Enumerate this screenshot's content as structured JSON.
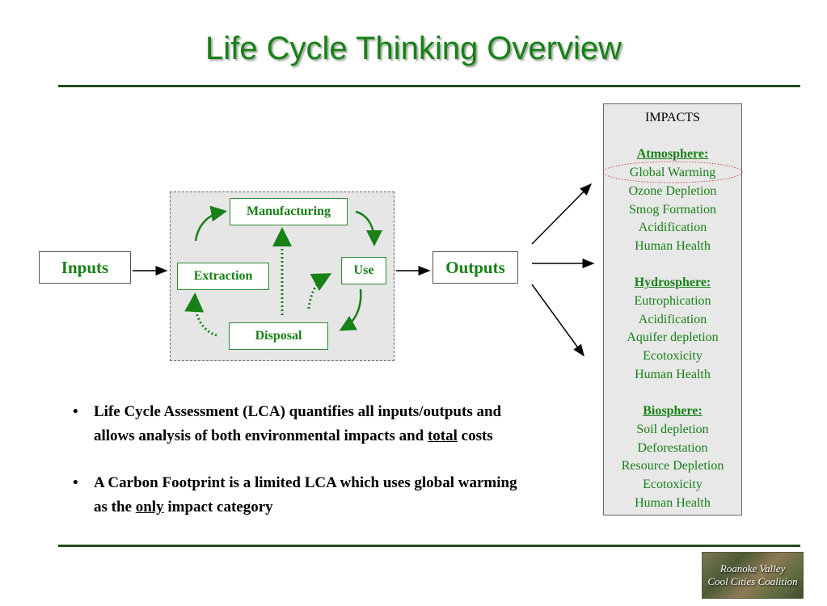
{
  "title": "Life Cycle Thinking Overview",
  "diagram": {
    "inputs": "Inputs",
    "outputs": "Outputs",
    "stages": {
      "manufacturing": "Manufacturing",
      "extraction": "Extraction",
      "use": "Use",
      "disposal": "Disposal"
    },
    "impacts": {
      "heading": "IMPACTS",
      "atmosphere": {
        "title": "Atmosphere:",
        "items": [
          "Global Warming",
          "Ozone Depletion",
          "Smog Formation",
          "Acidification",
          "Human Health"
        ]
      },
      "hydrosphere": {
        "title": "Hydrosphere:",
        "items": [
          "Eutrophication",
          "Acidification",
          "Aquifer depletion",
          "Ecotoxicity",
          "Human Health"
        ]
      },
      "biosphere": {
        "title": "Biosphere:",
        "items": [
          "Soil depletion",
          "Deforestation",
          "Resource Depletion",
          "Ecotoxicity",
          "Human Health"
        ]
      }
    }
  },
  "bullets": {
    "b1": {
      "text_a": "Life Cycle Assessment (LCA) quantifies all inputs/outputs and allows analysis of both environmental impacts and ",
      "underlined": "total",
      "text_b": " costs"
    },
    "b2": {
      "text_a": "A Carbon Footprint is a limited LCA which uses global warming as the ",
      "underlined": "only",
      "text_b": " impact category"
    }
  },
  "logo": {
    "line1": "Roanoke Valley",
    "line2": "Cool Cities Coalition"
  },
  "colors": {
    "accent": "#178017",
    "rule": "#214d21",
    "highlight": "#d94040"
  }
}
